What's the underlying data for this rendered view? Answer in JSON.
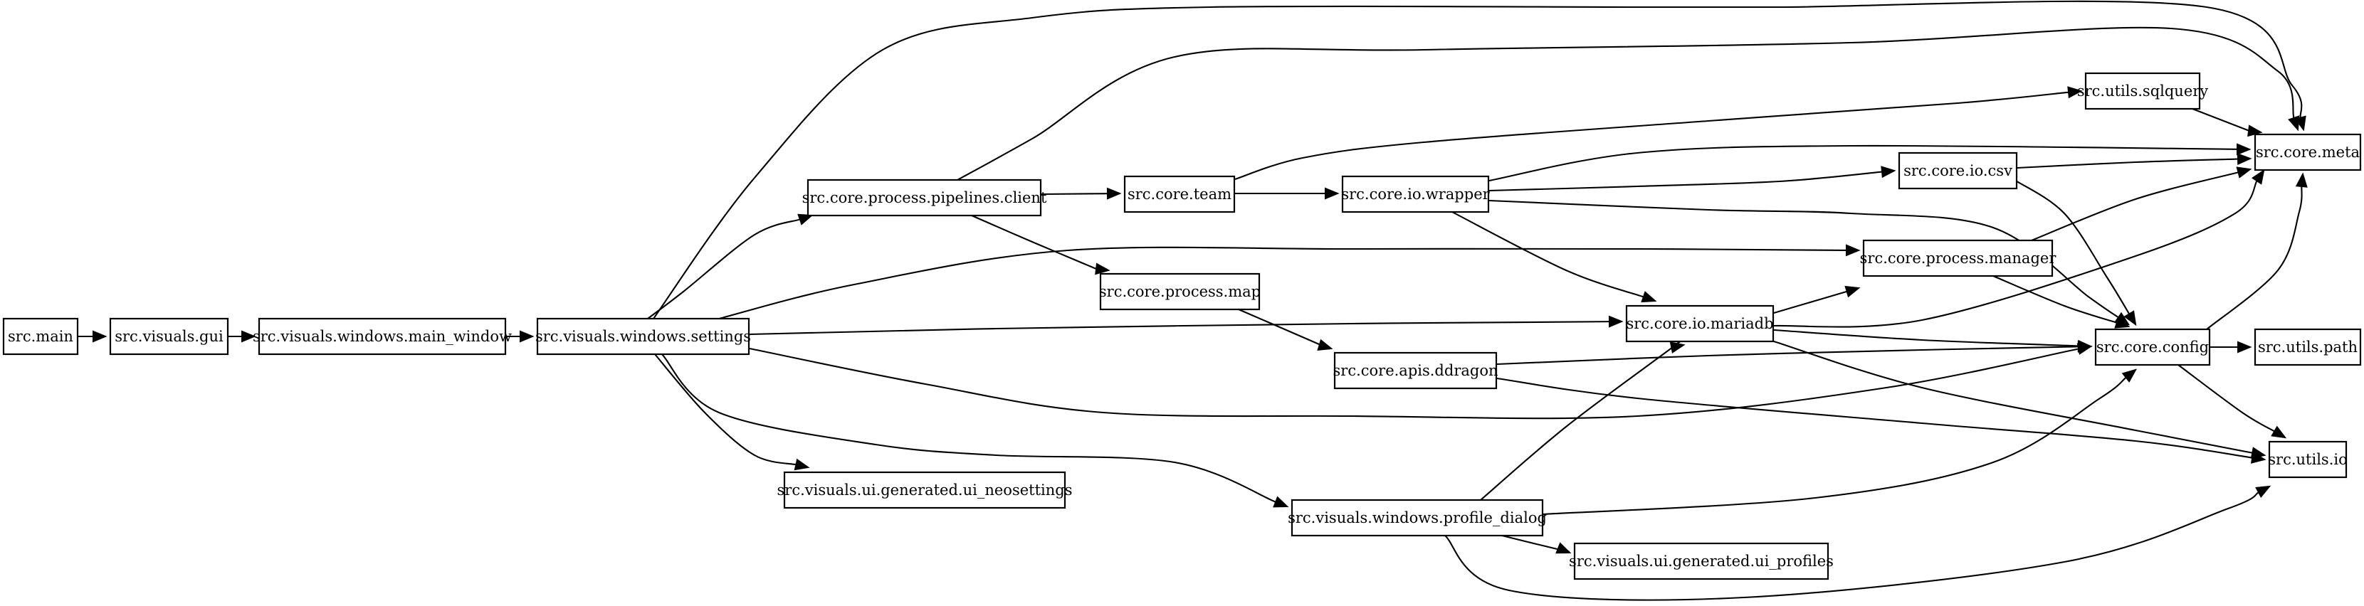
{
  "diagram": {
    "nodes": [
      {
        "id": "main",
        "label": "src.main"
      },
      {
        "id": "gui",
        "label": "src.visuals.gui"
      },
      {
        "id": "main_window",
        "label": "src.visuals.windows.main_window"
      },
      {
        "id": "settings",
        "label": "src.visuals.windows.settings"
      },
      {
        "id": "pipelines_client",
        "label": "src.core.process.pipelines.client"
      },
      {
        "id": "process_map",
        "label": "src.core.process.map"
      },
      {
        "id": "ui_neosettings",
        "label": "src.visuals.ui.generated.ui_neosettings"
      },
      {
        "id": "team",
        "label": "src.core.team"
      },
      {
        "id": "io_wrapper",
        "label": "src.core.io.wrapper"
      },
      {
        "id": "ddragon",
        "label": "src.core.apis.ddragon"
      },
      {
        "id": "profile_dialog",
        "label": "src.visuals.windows.profile_dialog"
      },
      {
        "id": "mariadb",
        "label": "src.core.io.mariadb"
      },
      {
        "id": "ui_profiles",
        "label": "src.visuals.ui.generated.ui_profiles"
      },
      {
        "id": "process_manager",
        "label": "src.core.process.manager"
      },
      {
        "id": "io_csv",
        "label": "src.core.io.csv"
      },
      {
        "id": "sqlquery",
        "label": "src.utils.sqlquery"
      },
      {
        "id": "config",
        "label": "src.core.config"
      },
      {
        "id": "meta",
        "label": "src.core.meta"
      },
      {
        "id": "utils_path",
        "label": "src.utils.path"
      },
      {
        "id": "utils_io",
        "label": "src.utils.io"
      }
    ],
    "edges": [
      {
        "from": "main",
        "to": "gui"
      },
      {
        "from": "gui",
        "to": "main_window"
      },
      {
        "from": "main_window",
        "to": "settings"
      },
      {
        "from": "settings",
        "to": "meta"
      },
      {
        "from": "settings",
        "to": "pipelines_client"
      },
      {
        "from": "settings",
        "to": "process_manager"
      },
      {
        "from": "settings",
        "to": "mariadb"
      },
      {
        "from": "settings",
        "to": "config"
      },
      {
        "from": "settings",
        "to": "profile_dialog"
      },
      {
        "from": "settings",
        "to": "ui_neosettings"
      },
      {
        "from": "pipelines_client",
        "to": "meta"
      },
      {
        "from": "pipelines_client",
        "to": "team"
      },
      {
        "from": "pipelines_client",
        "to": "process_map"
      },
      {
        "from": "team",
        "to": "sqlquery"
      },
      {
        "from": "team",
        "to": "io_wrapper"
      },
      {
        "from": "io_wrapper",
        "to": "meta"
      },
      {
        "from": "io_wrapper",
        "to": "io_csv"
      },
      {
        "from": "io_wrapper",
        "to": "config"
      },
      {
        "from": "io_wrapper",
        "to": "mariadb"
      },
      {
        "from": "process_map",
        "to": "ddragon"
      },
      {
        "from": "ddragon",
        "to": "config"
      },
      {
        "from": "ddragon",
        "to": "utils_io"
      },
      {
        "from": "mariadb",
        "to": "process_manager"
      },
      {
        "from": "mariadb",
        "to": "meta"
      },
      {
        "from": "mariadb",
        "to": "config"
      },
      {
        "from": "mariadb",
        "to": "utils_io"
      },
      {
        "from": "profile_dialog",
        "to": "mariadb"
      },
      {
        "from": "profile_dialog",
        "to": "config"
      },
      {
        "from": "profile_dialog",
        "to": "ui_profiles"
      },
      {
        "from": "profile_dialog",
        "to": "utils_io"
      },
      {
        "from": "process_manager",
        "to": "meta"
      },
      {
        "from": "process_manager",
        "to": "config"
      },
      {
        "from": "io_csv",
        "to": "meta"
      },
      {
        "from": "io_csv",
        "to": "config"
      },
      {
        "from": "sqlquery",
        "to": "meta"
      },
      {
        "from": "config",
        "to": "meta"
      },
      {
        "from": "config",
        "to": "utils_path"
      },
      {
        "from": "config",
        "to": "utils_io"
      }
    ]
  }
}
